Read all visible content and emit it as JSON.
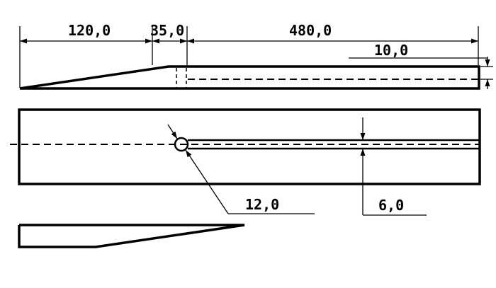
{
  "dimensions": {
    "d120": "120,0",
    "d35": "35,0",
    "d480": "480,0",
    "d10": "10,0",
    "d12": "12,0",
    "d6": "6,0"
  }
}
